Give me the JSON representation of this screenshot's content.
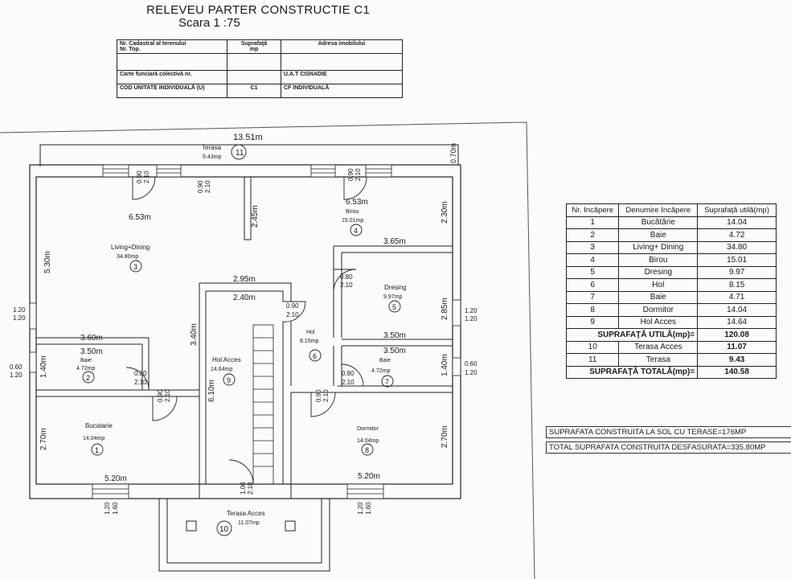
{
  "header": {
    "title": "RELEVEU PARTER CONSTRUCTIE C1",
    "scale": "Scara   1 :75"
  },
  "cadastral_table": {
    "col1": "Nr. Cadastral al terenului\nNr. Top.",
    "col2": "Suprafaţă\nmp",
    "col3": "Adresa imobilului",
    "carte_funciara": "Carte funciară colectivă nr.",
    "uat": "U.A.T   CISNADIE",
    "cod_unitate": "COD UNITATE INDIVIDUALĂ (U)",
    "c1": "C1",
    "cf_individuala": "CF INDIVIDUALĂ"
  },
  "room_table": {
    "headers": [
      "Nr. Incăpere",
      "Denumire Incăpere",
      "Suprafaţă utilă(mp)"
    ],
    "rows": [
      [
        "1",
        "Bucătărie",
        "14.04"
      ],
      [
        "2",
        "Baie",
        "4.72"
      ],
      [
        "3",
        "Living+ Dining",
        "34.80"
      ],
      [
        "4",
        "Birou",
        "15.01"
      ],
      [
        "5",
        "Dresing",
        "9.97"
      ],
      [
        "6",
        "Hol",
        "8.15"
      ],
      [
        "7",
        "Baie",
        "4.71"
      ],
      [
        "8",
        "Dormitor",
        "14.04"
      ],
      [
        "9",
        "Hol Acces",
        "14.64"
      ]
    ],
    "util_label": "SUPRAFAŢĂ UTILĂ(mp)=",
    "util_value": "120.08",
    "terrace_rows": [
      [
        "10",
        "Terasa Acces",
        "11.07"
      ],
      [
        "11",
        "Terasa",
        "9.43"
      ]
    ],
    "total_label": "SUPRAFAŢĂ TOTALĂ(mp)=",
    "total_value": "140.58"
  },
  "notes": {
    "line1": "SUPRAFATA CONSTRUITA LA SOL CU TERASE=176MP",
    "line2": "TOTAL SUPRAFATA CONSTRUITA DESFASURATA=335.80MP"
  },
  "plan": {
    "dim_top": "13.51m",
    "terasa_name": "Terasa",
    "terasa_area": "9.43mp",
    "terasa_no": "11",
    "dim_070": "0.70m",
    "living_w": "6.53m",
    "living_name": "Living+Dining",
    "living_area": "34.80mp",
    "living_no": "3",
    "living_h": "5.30m",
    "birou_w": "6.53m",
    "birou_name": "Birou",
    "birou_area": "15.01mp",
    "birou_no": "4",
    "birou_h": "2.30m",
    "dim_245": "2.45m",
    "dim_365": "3.65m",
    "dim_295": "2.95m",
    "dim_240": "2.40m",
    "dresing_name": "Dresing",
    "dresing_area": "9.97mp",
    "dresing_no": "5",
    "dresing_h": "2.85m",
    "dim_350a": "3.50m",
    "dim_350b": "3.50m",
    "dim_360": "3.60m",
    "dim_350c": "3.50m",
    "baie2_name": "Baie",
    "baie2_area": "4.72mp",
    "baie2_no": "2",
    "baie2_h": "1.40m",
    "baie7_name": "Baie",
    "baie7_area": "4.72mp",
    "baie7_no": "7",
    "baie7_h": "1.40m",
    "hol_name": "Hol",
    "hol_area": "8.15mp",
    "hol_no": "6",
    "holacces_name": "Hol Acces",
    "holacces_area": "14.64mp",
    "holacces_no": "9",
    "dim_340": "3.40m",
    "dim_610": "6.10m",
    "bucatarie_name": "Bucatarie",
    "bucatarie_area": "14.04mp",
    "bucatarie_no": "1",
    "dormitor_name": "Dormitor",
    "dormitor_area": "14.04mp",
    "dormitor_no": "8",
    "dim_270a": "2.70m",
    "dim_270b": "2.70m",
    "dim_520a": "5.20m",
    "dim_520b": "5.20m",
    "terasa_acces_name": "Terasa Acces",
    "terasa_acces_area": "11.07mp",
    "terasa_acces_no": "10",
    "door_090": "0.90",
    "door_210": "2.10",
    "door_080": "0.80",
    "door_100": "1.00",
    "win_120": "1.20",
    "win_060": "0.60",
    "win_160": "1.60"
  }
}
